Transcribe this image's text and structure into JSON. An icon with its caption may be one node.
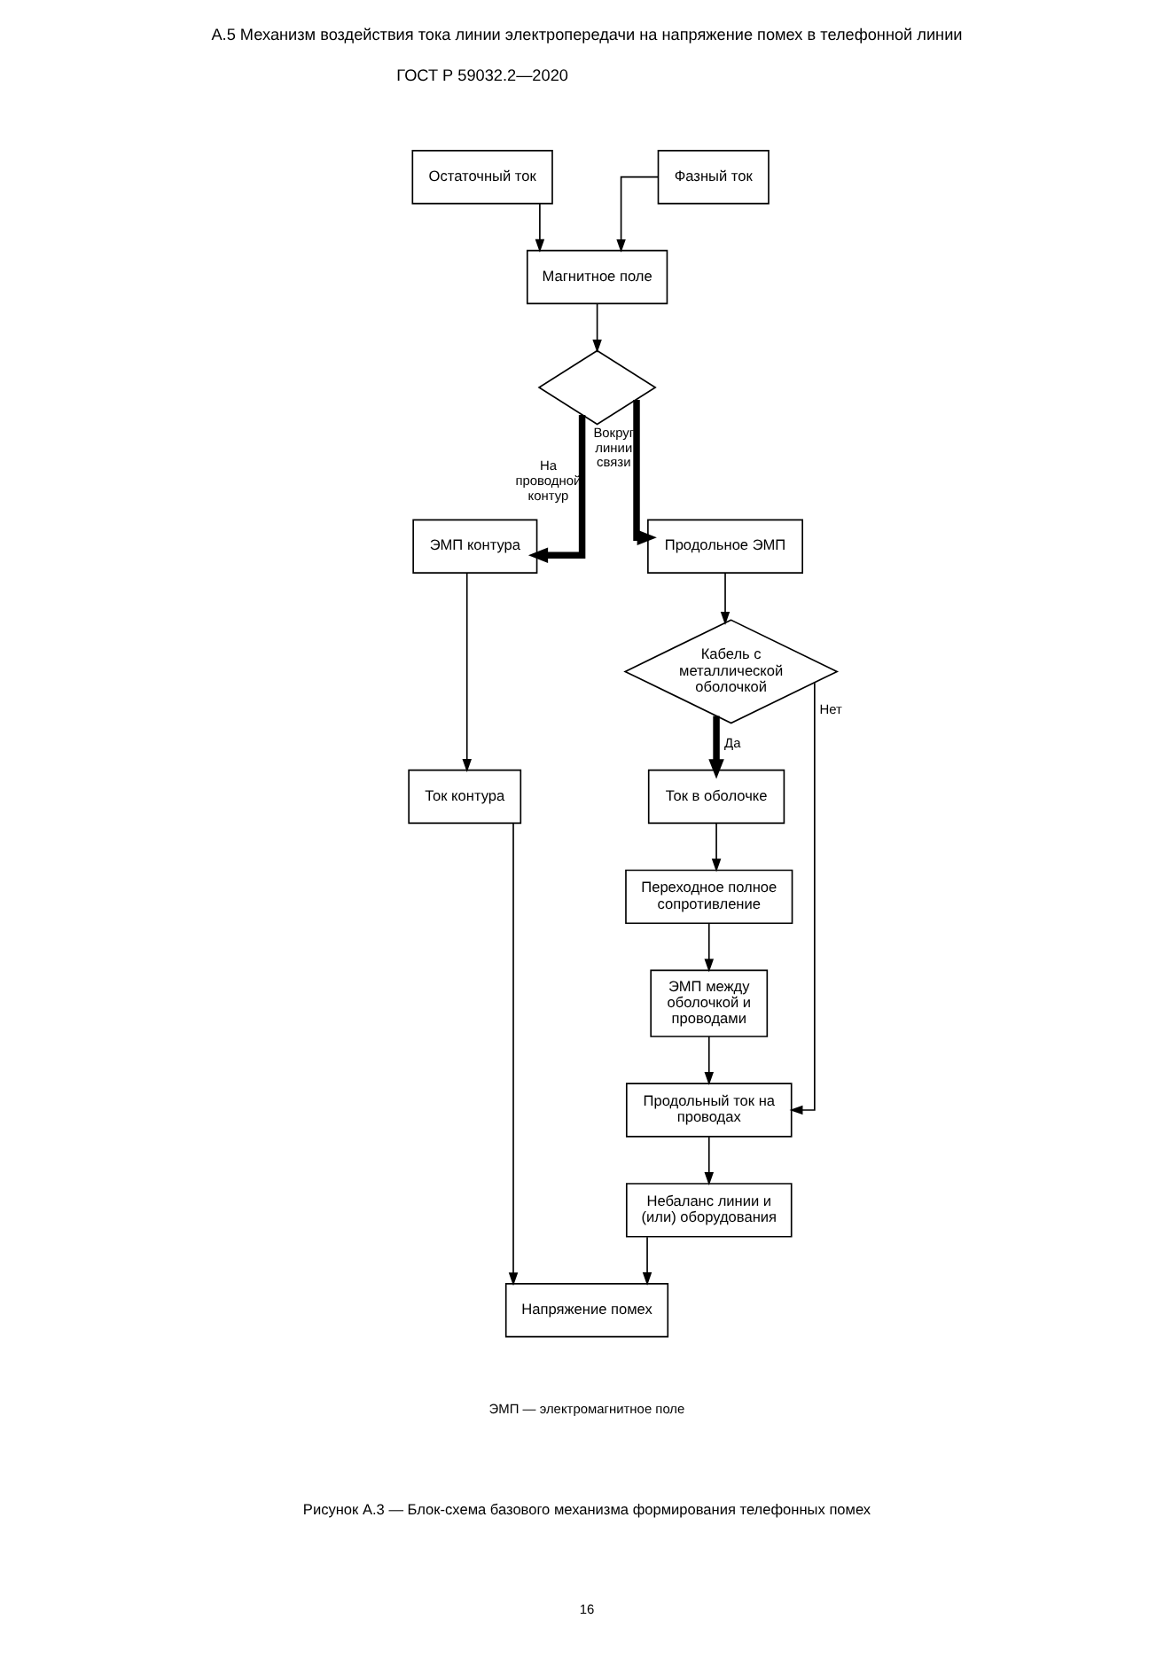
{
  "diagram": {
    "title": "А.5 Механизм воздействия тока линии электропередачи на напряжение помех в телефонной линии",
    "caption": "Рисунок А.3 — Блок-схема базового механизма формирования телефонных помех",
    "nodes": [
      {
        "text": [
          "Остаточный ток"
        ]
      },
      {
        "text": [
          "Фазный ток"
        ]
      },
      {
        "text": [
          "Магнитное поле"
        ]
      },
      {
        "text": [],
        "shape": "diamond"
      },
      {
        "text": [
          "ЭМП контура"
        ]
      },
      {
        "text": [
          "Ток контура"
        ]
      },
      {
        "text": [
          "Продольное ЭМП"
        ]
      },
      {
        "text": [
          "Кабель с металлической оболочкой"
        ]
      },
      {
        "text": [
          "Ток в оболочке"
        ]
      },
      {
        "text": [
          "Переходное полное сопротивление"
        ]
      },
      {
        "text": [
          "ЭМП между оболочкой и проводами"
        ]
      },
      {
        "text": [
          "Продольный ток на проводах"
        ]
      },
      {
        "text": [
          "Небаланс линии и (или) оборудования"
        ]
      },
      {
        "text": [
          "Напряжение помех"
        ]
      }
    ],
    "edges": [
      {
        "from": 0,
        "to": 2,
        "arrow": "to"
      },
      {
        "from": 1,
        "to": 2,
        "arrow": "to"
      },
      {
        "from": 2,
        "to": 3,
        "arrow": "to"
      },
      {
        "from": 3,
        "to": 4,
        "arrow": "to",
        "label": "На проводной контур",
        "style": "thick"
      },
      {
        "from": 3,
        "to": 6,
        "arrow": "to",
        "label": "Вокруг линии связи",
        "style": "thick"
      },
      {
        "from": 4,
        "to": 5,
        "arrow": "to"
      },
      {
        "from": 6,
        "to": 7,
        "arrow": "to"
      },
      {
        "from": 7,
        "to": 11,
        "arrow": "to",
        "label": "Нет"
      },
      {
        "from": 7,
        "to": 8,
        "arrow": "to",
        "label": "Да",
        "style": "thick"
      },
      {
        "from": 8,
        "to": 9,
        "arrow": "to"
      },
      {
        "from": 9,
        "to": 10,
        "arrow": "to"
      },
      {
        "from": 10,
        "to": 11,
        "arrow": "to"
      },
      {
        "from": 11,
        "to": 12,
        "arrow": "to"
      },
      {
        "from": 12,
        "to": 13,
        "arrow": "to"
      },
      {
        "from": 5,
        "to": 13,
        "arrow": "to"
      }
    ],
    "labels": [
      "ГОСТ Р 59032.2—2020",
      "ЭМП — электромагнитное поле",
      "16"
    ]
  }
}
